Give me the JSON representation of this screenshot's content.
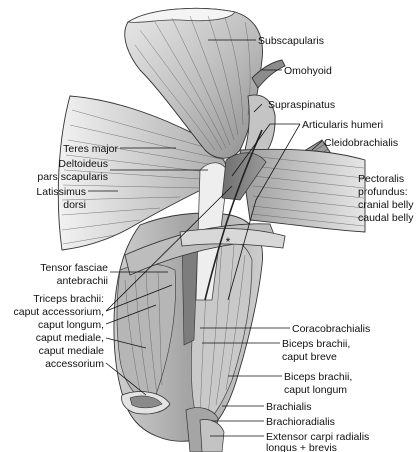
{
  "labels": {
    "subscapularis": "Subscapularis",
    "omohyoid": "Omohyoid",
    "supraspinatus": "Supraspinatus",
    "articularis_humeri": "Articularis humeri",
    "cleidobrachialis": "Cleidobrachialis",
    "teres_major": "Teres major",
    "deltoideus": [
      "Deltoideus",
      "pars scapularis"
    ],
    "latissimus": [
      "Latissimus",
      "dorsi"
    ],
    "pectoralis": [
      "Pectoralis",
      "profundus:",
      "cranial belly",
      "caudal belly"
    ],
    "asterisk": "*",
    "tensor": [
      "Tensor fasciae",
      "antebrachii"
    ],
    "triceps": [
      "Triceps brachii:",
      "caput accessorium,",
      "caput longum,",
      "caput mediale,",
      "caput mediale",
      "accessorium"
    ],
    "coracobrachialis": "Coracobrachialis",
    "biceps_breve": [
      "Biceps brachii,",
      "caput breve"
    ],
    "biceps_longum": [
      "Biceps brachii,",
      "caput longum"
    ],
    "brachialis": "Brachialis",
    "brachioradialis": "Brachioradialis",
    "extensor": [
      "Extensor carpi radialis",
      "longus + brevis"
    ]
  }
}
